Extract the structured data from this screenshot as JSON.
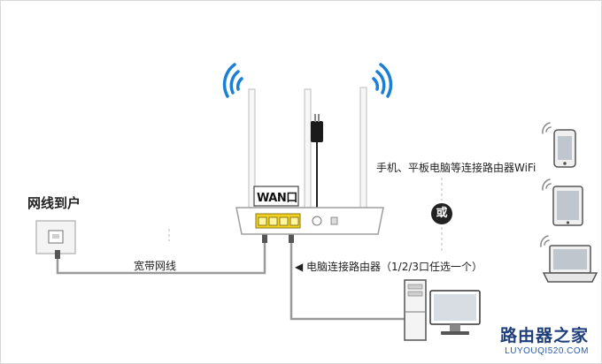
{
  "labels": {
    "wall_socket_title": "网线到户",
    "cable_label": "宽带网线",
    "wireless_devices_label": "手机、平板电脑等连接路由器WiFi",
    "or_badge": "或",
    "pc_connection_label": "◀ 电脑连接路由器（1/2/3口任选一个）",
    "wan_port_label": "WAN口"
  },
  "watermark": {
    "site_name": "路由器之家",
    "url": "LUYOUQI520.COM"
  },
  "colors": {
    "wifi_blue": "#1a7fd6",
    "port_yellow": "#f2d21f",
    "cable_gray": "#9a9a9a",
    "brand_navy": "#1f3f7a"
  },
  "icons": [
    "wifi-signal-icon",
    "ethernet-wall-socket-icon",
    "router-icon",
    "smartphone-icon",
    "tablet-icon",
    "laptop-icon",
    "desktop-tower-icon",
    "monitor-icon",
    "power-adapter-icon"
  ]
}
